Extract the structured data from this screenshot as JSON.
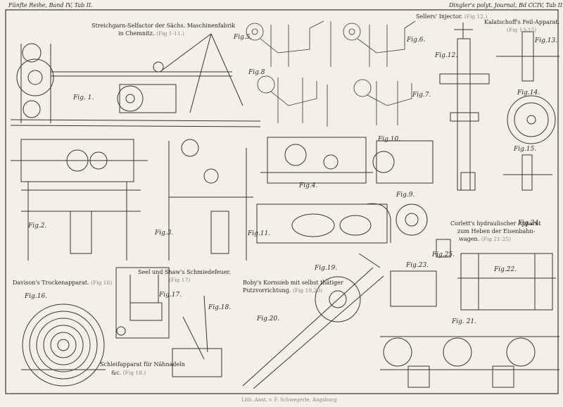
{
  "header": {
    "left": "Fünfte Reihe, Band IV, Tab II.",
    "right": "Dingler's polyt. Journal, Bd CCIV, Tab II."
  },
  "titles": {
    "selfactor_line1": "Streichgarn-Selfactor der Sächs. Maschinenfabrik",
    "selfactor_line2": "in Chemnitz.",
    "selfactor_ref": "(Fig 1-11.)",
    "sellers": "Sellers' Injector.",
    "sellers_ref": "(Fig 12.)",
    "kalatschoff": "Kalatschoff's Feil-Apparat.",
    "kalatschoff_ref": "(Fig 13-15)",
    "corlett_line1": "Corlett's hydraulischer Apparat",
    "corlett_line2": "zum Heben der Eisenbahn-",
    "corlett_line3": "wagen.",
    "corlett_ref": "(Fig 21-25)",
    "davison": "Davison's Trockenapparat.",
    "davison_ref": "(Fig 16)",
    "seel": "Seel und Shaw's Schmiedefeuer.",
    "seel_ref": "(Fig 17)",
    "boby_line1": "Boby's Kornsieb mit selbst thätiger",
    "boby_line2": "Putzvorrichtung.",
    "boby_ref": "(Fig 19,20)",
    "schleif_line1": "Schleifapparat für Nähnadeln",
    "schleif_line2": "&c.",
    "schleif_ref": "(Fig 18.)"
  },
  "figures": {
    "f1": "Fig. 1.",
    "f2": "Fig.2.",
    "f3": "Fig.3.",
    "f4": "Fig.4.",
    "f5": "Fig.5.",
    "f6": "Fig.6.",
    "f7": "Fig.7.",
    "f8": "Fig.8",
    "f9": "Fig.9.",
    "f10": "Fig.10.",
    "f11": "Fig.11.",
    "f12": "Fig.12.",
    "f13": "Fig.13.",
    "f14": "Fig.14.",
    "f15": "Fig.15.",
    "f16": "Fig.16.",
    "f17": "Fig.17.",
    "f18": "Fig.18.",
    "f19": "Fig.19.",
    "f20": "Fig.20.",
    "f21": "Fig. 21.",
    "f22": "Fig.22.",
    "f23": "Fig.23.",
    "f24": "Fig.24.",
    "f25": "Fig.25."
  },
  "imprint": "Lith. Anst. v. F. Schwegerle, Augsburg"
}
